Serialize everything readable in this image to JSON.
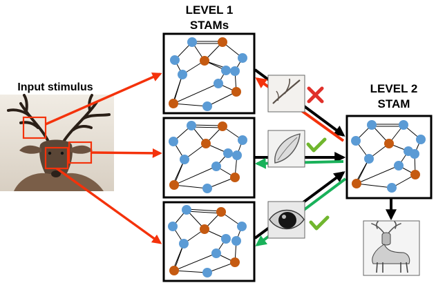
{
  "labels": {
    "level1_line1": "LEVEL 1",
    "level1_line2": "STAMs",
    "level2_line1": "LEVEL 2",
    "level2_line2": "STAM",
    "input_stimulus": "Input stimulus"
  },
  "colors": {
    "node_blue": "#5b9bd5",
    "node_orange": "#c55a11",
    "highlight_red": "#f4320b",
    "match_green": "#19b15a",
    "reject_red": "#e0302a",
    "check_green": "#70b62e",
    "frame": "#000000"
  },
  "icons": {
    "reject": "x-mark-icon",
    "accept": "check-mark-icon"
  }
}
